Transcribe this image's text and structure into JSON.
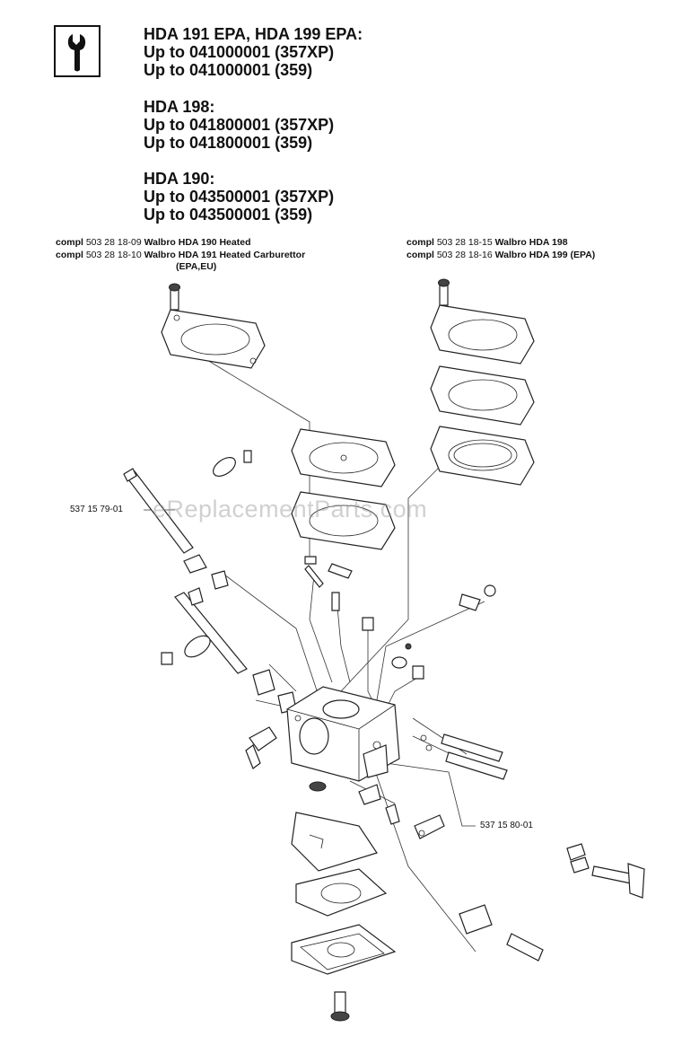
{
  "header": {
    "icon": "wrench-icon",
    "groups": [
      {
        "title": "HDA 191 EPA, HDA 199 EPA:",
        "lines": [
          "Up to 041000001 (357XP)",
          "Up to 041000001 (359)"
        ]
      },
      {
        "title": "HDA 198:",
        "lines": [
          "Up to 041800001 (357XP)",
          "Up to 041800001 (359)"
        ]
      },
      {
        "title": "HDA 190:",
        "lines": [
          "Up to 043500001 (357XP)",
          "Up to 043500001 (359)"
        ]
      }
    ]
  },
  "kits": {
    "left": [
      {
        "prefix": "compl",
        "number": "503 28 18-09",
        "name": "Walbro HDA 190 Heated"
      },
      {
        "prefix": "compl",
        "number": "503 28 18-10",
        "name": "Walbro HDA 191 Heated Carburettor",
        "name2": "(EPA,EU)"
      }
    ],
    "right": [
      {
        "prefix": "compl",
        "number": "503 28 18-15",
        "name": "Walbro HDA 198"
      },
      {
        "prefix": "compl",
        "number": "503 28 18-16",
        "name": "Walbro HDA 199 (EPA)"
      }
    ]
  },
  "callouts": {
    "shaft": "537 15 79-01",
    "clip": "537 15 80-01"
  },
  "watermark": "eReplacementParts.com"
}
